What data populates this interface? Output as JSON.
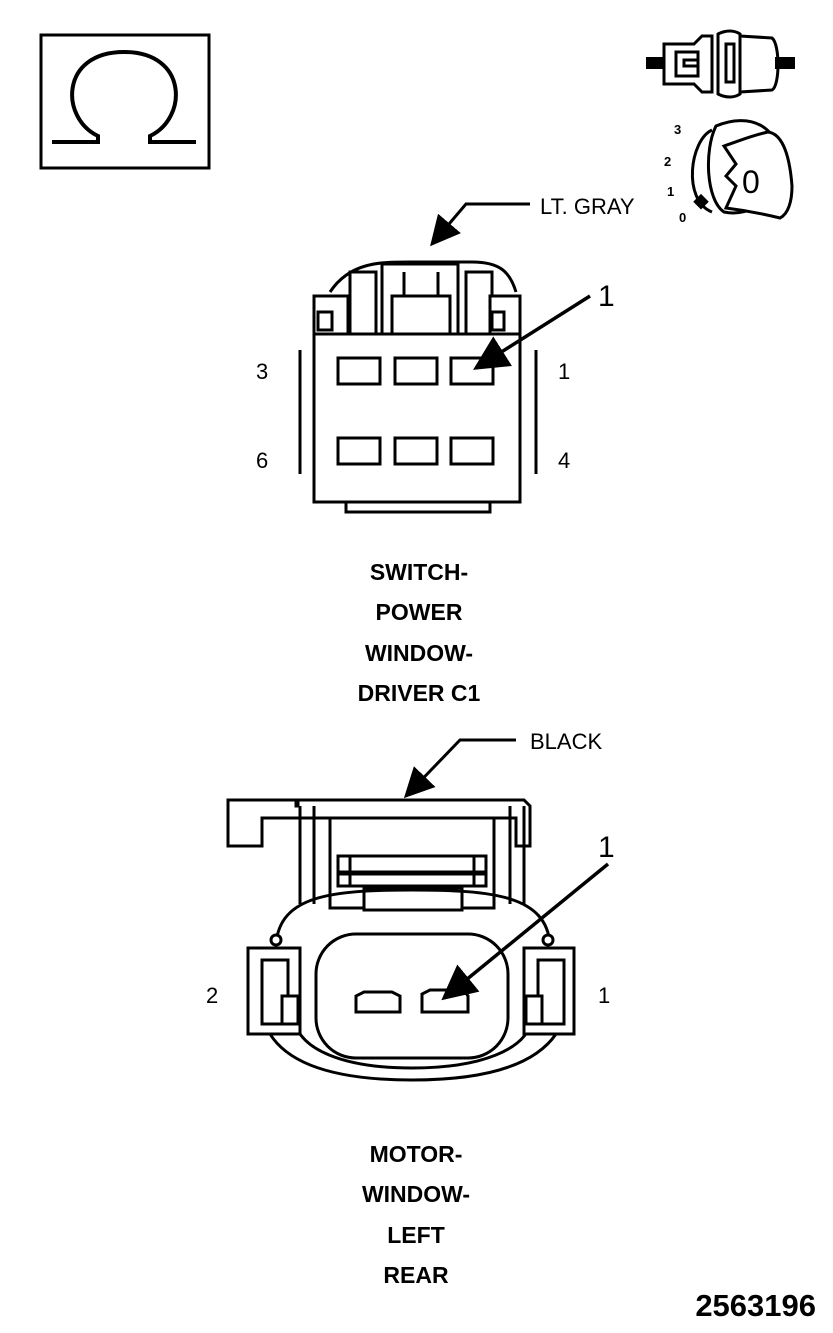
{
  "icons": {
    "meter": "ohm-symbol-icon",
    "connector": "disconnected-connector-icon",
    "ignition": "ignition-key-off-icon"
  },
  "ignition_positions": [
    "3",
    "2",
    "1",
    "0"
  ],
  "ignition_key_label": "0",
  "connector_c1": {
    "color_label": "LT. GRAY",
    "callout": "1",
    "pins": {
      "top_left": "3",
      "top_right": "1",
      "bottom_left": "6",
      "bottom_right": "4"
    },
    "caption": [
      "SWITCH-",
      "POWER",
      "WINDOW-",
      "DRIVER C1"
    ]
  },
  "connector_motor": {
    "color_label": "BLACK",
    "callout": "1",
    "pins": {
      "left": "2",
      "right": "1"
    },
    "caption": [
      "MOTOR-",
      "WINDOW-",
      "LEFT",
      "REAR"
    ]
  },
  "figure_number": "2563196"
}
